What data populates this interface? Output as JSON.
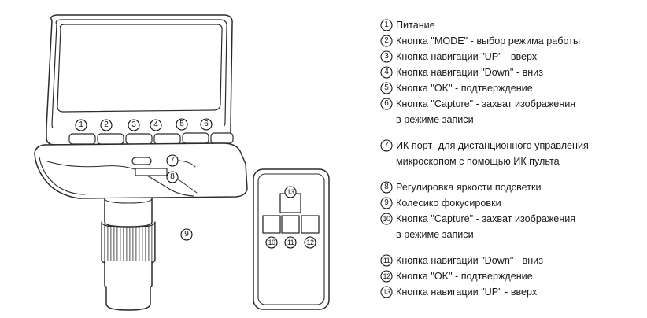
{
  "diagram": {
    "title": "Digital microscope control callouts",
    "stroke_color": "#2b2b2b",
    "fill_color": "#ffffff",
    "shade_color": "#d9d9d9"
  },
  "device_callouts": [
    {
      "id": "1",
      "label": "1"
    },
    {
      "id": "2",
      "label": "2"
    },
    {
      "id": "3",
      "label": "3"
    },
    {
      "id": "4",
      "label": "4"
    },
    {
      "id": "5",
      "label": "5"
    },
    {
      "id": "6",
      "label": "6"
    },
    {
      "id": "7",
      "label": "7"
    },
    {
      "id": "8",
      "label": "8"
    },
    {
      "id": "9",
      "label": "9"
    }
  ],
  "remote_callouts": [
    {
      "id": "10",
      "label": "10"
    },
    {
      "id": "11",
      "label": "11"
    },
    {
      "id": "12",
      "label": "12"
    },
    {
      "id": "13",
      "label": "13"
    }
  ],
  "legend": [
    {
      "num": "1",
      "text": "Питание"
    },
    {
      "num": "2",
      "text": "Кнопка \"MODE\" - выбор режима работы"
    },
    {
      "num": "3",
      "text": "Кнопка навигации \"UP\" - вверх"
    },
    {
      "num": "4",
      "text": "Кнопка навигации \"Down\" - вниз"
    },
    {
      "num": "5",
      "text": "Кнопка \"OK\" - подтверждение"
    },
    {
      "num": "6",
      "text": "Кнопка \"Capture\" - захват изображения\nв режиме записи"
    },
    {
      "num": "7",
      "text": "ИК порт- для дистанционного управления\nмикроскопом с помощью ИК пульта"
    },
    {
      "num": "8",
      "text": "Регулировка яркости подсветки"
    },
    {
      "num": "9",
      "text": "Колесико фокусировки"
    },
    {
      "num": "10",
      "text": "Кнопка \"Capture\" - захват изображения\nв режиме записи"
    },
    {
      "num": "11",
      "text": "Кнопка навигации \"Down\" - вниз"
    },
    {
      "num": "12",
      "text": "Кнопка \"OK\" - подтверждение"
    },
    {
      "num": "13",
      "text": "Кнопка навигации \"UP\" - вверх"
    }
  ]
}
